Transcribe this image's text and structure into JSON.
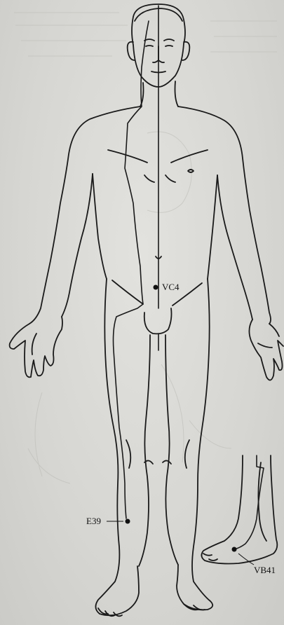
{
  "points": [
    {
      "id": "vc4",
      "label": "VC4"
    },
    {
      "id": "e39",
      "label": "E39"
    },
    {
      "id": "vb41",
      "label": "VB41"
    }
  ],
  "colors": {
    "ink": "#1a1a1a",
    "paper": "#d8d8d4",
    "bleed": "#b9b9b5"
  }
}
